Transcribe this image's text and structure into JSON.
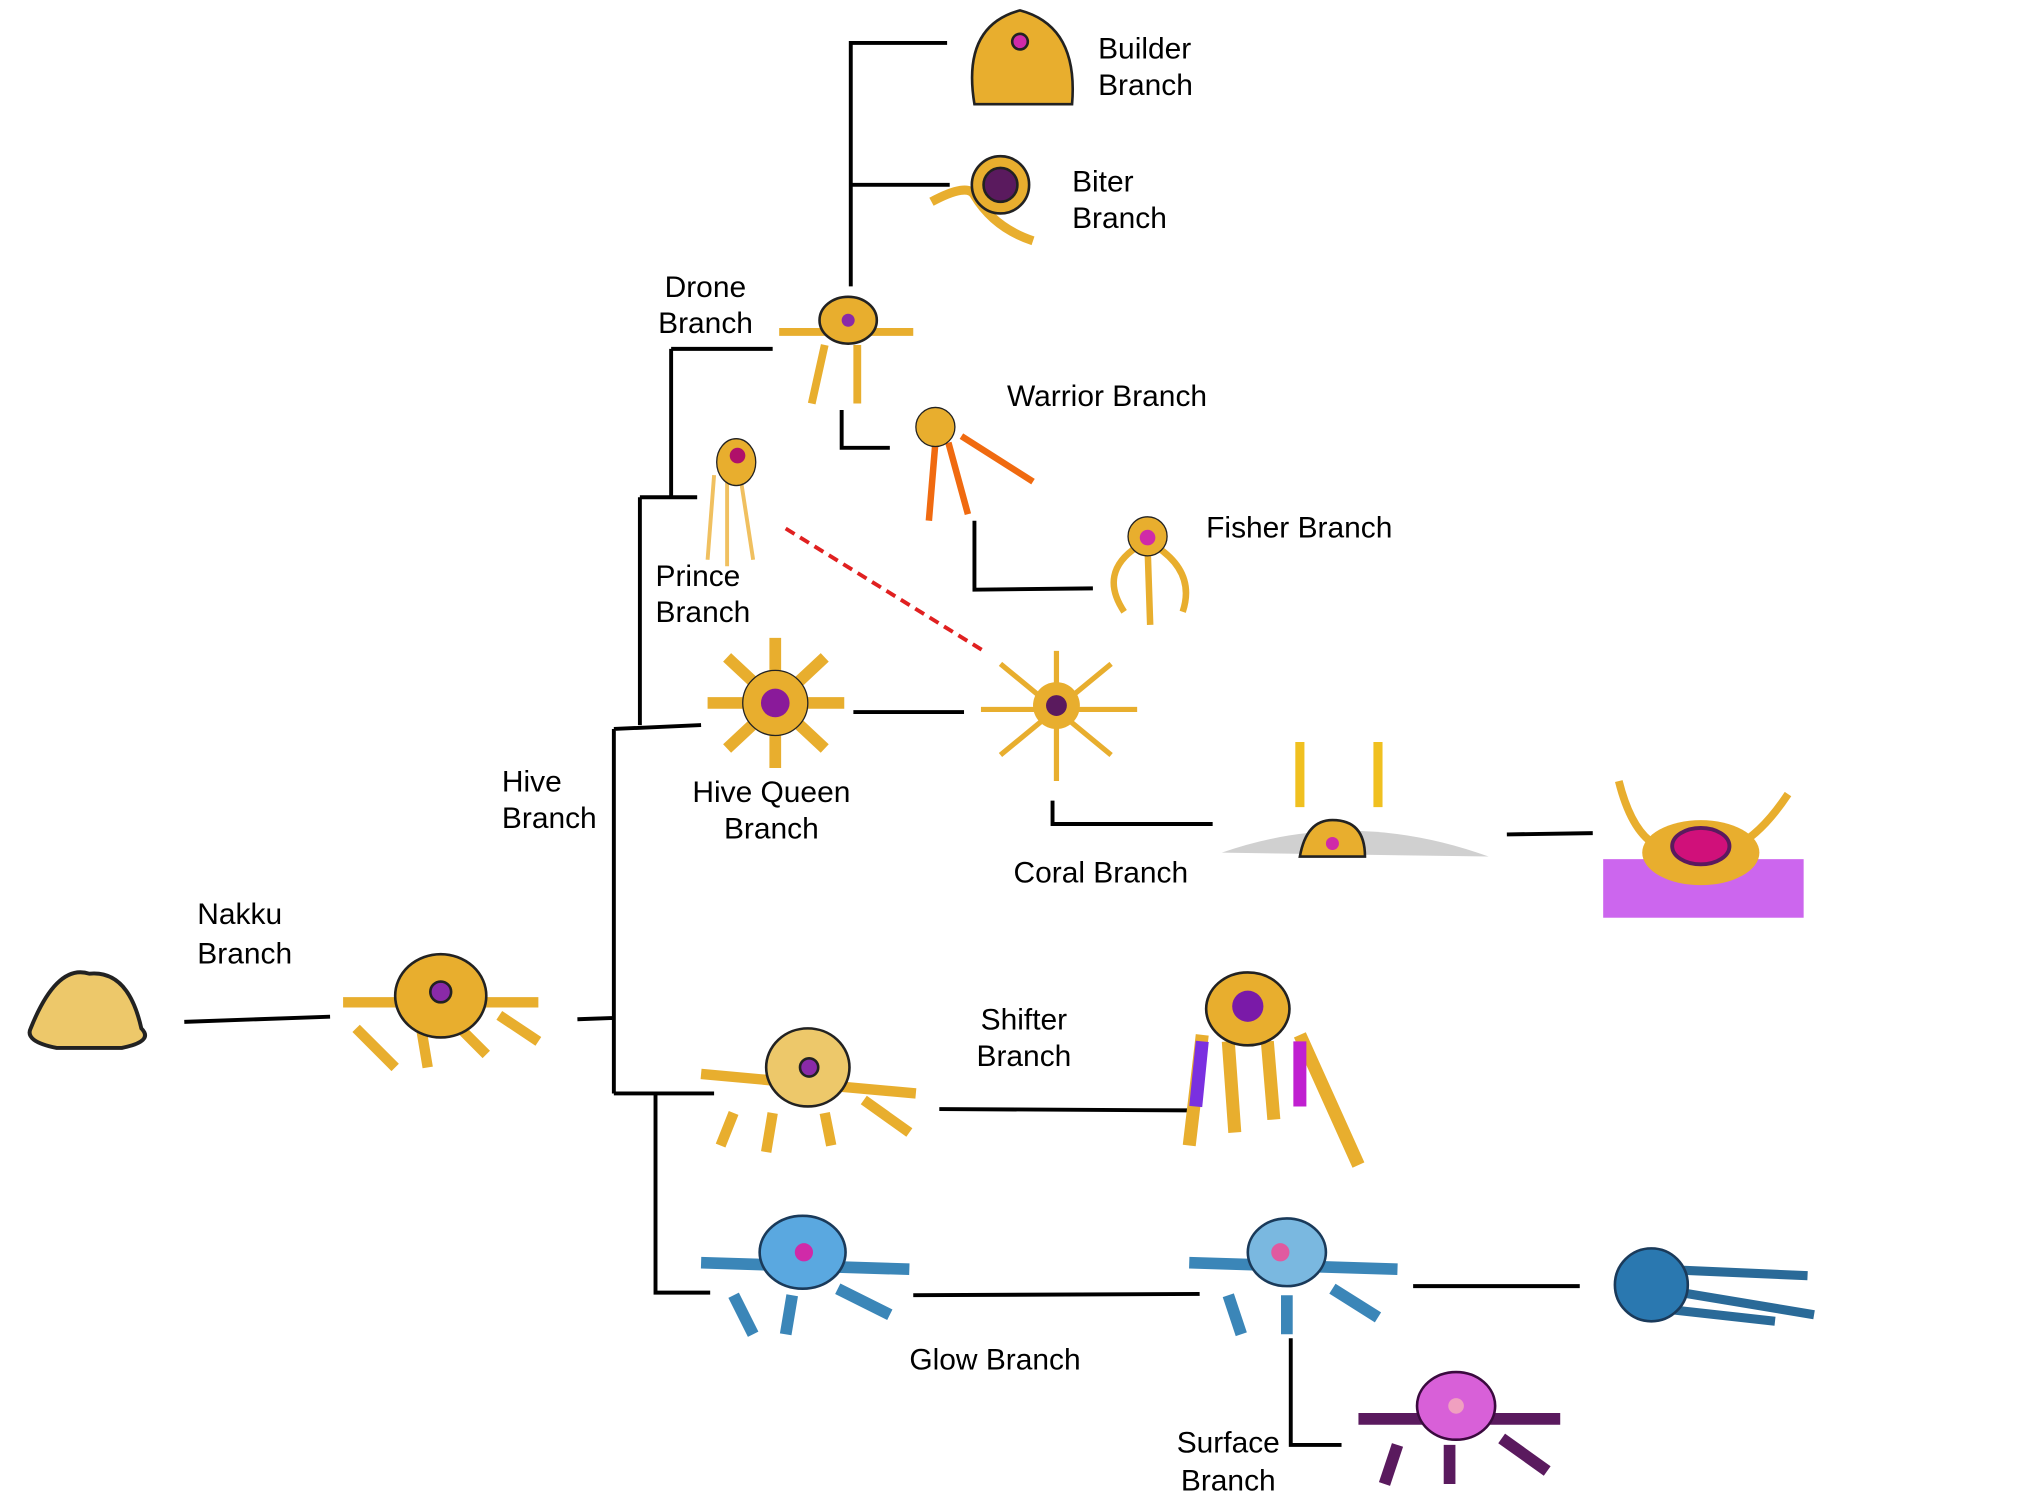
{
  "title": "Nakku evolution tree",
  "labels": {
    "nakku": [
      "Nakku",
      "Branch"
    ],
    "hive": [
      "Hive",
      "Branch"
    ],
    "drone": [
      "Drone",
      "Branch"
    ],
    "builder": [
      "Builder",
      "Branch"
    ],
    "biter": [
      "Biter",
      "Branch"
    ],
    "warrior": "Warrior Branch",
    "fisher": "Fisher Branch",
    "prince": [
      "Prince",
      "Branch"
    ],
    "hive_queen": [
      "Hive Queen",
      "Branch"
    ],
    "coral": "Coral Branch",
    "shifter": [
      "Shifter",
      "Branch"
    ],
    "glow": "Glow Branch",
    "surface": [
      "Surface",
      "Branch"
    ]
  },
  "colors": {
    "gold": "#e8ae2e",
    "pale_gold": "#edc86a",
    "blue": "#3b86b8",
    "purple": "#5a1a5e",
    "magenta": "#d02aa8",
    "coral_bg": "#cc66ee",
    "dashed_link": "#e02020"
  }
}
